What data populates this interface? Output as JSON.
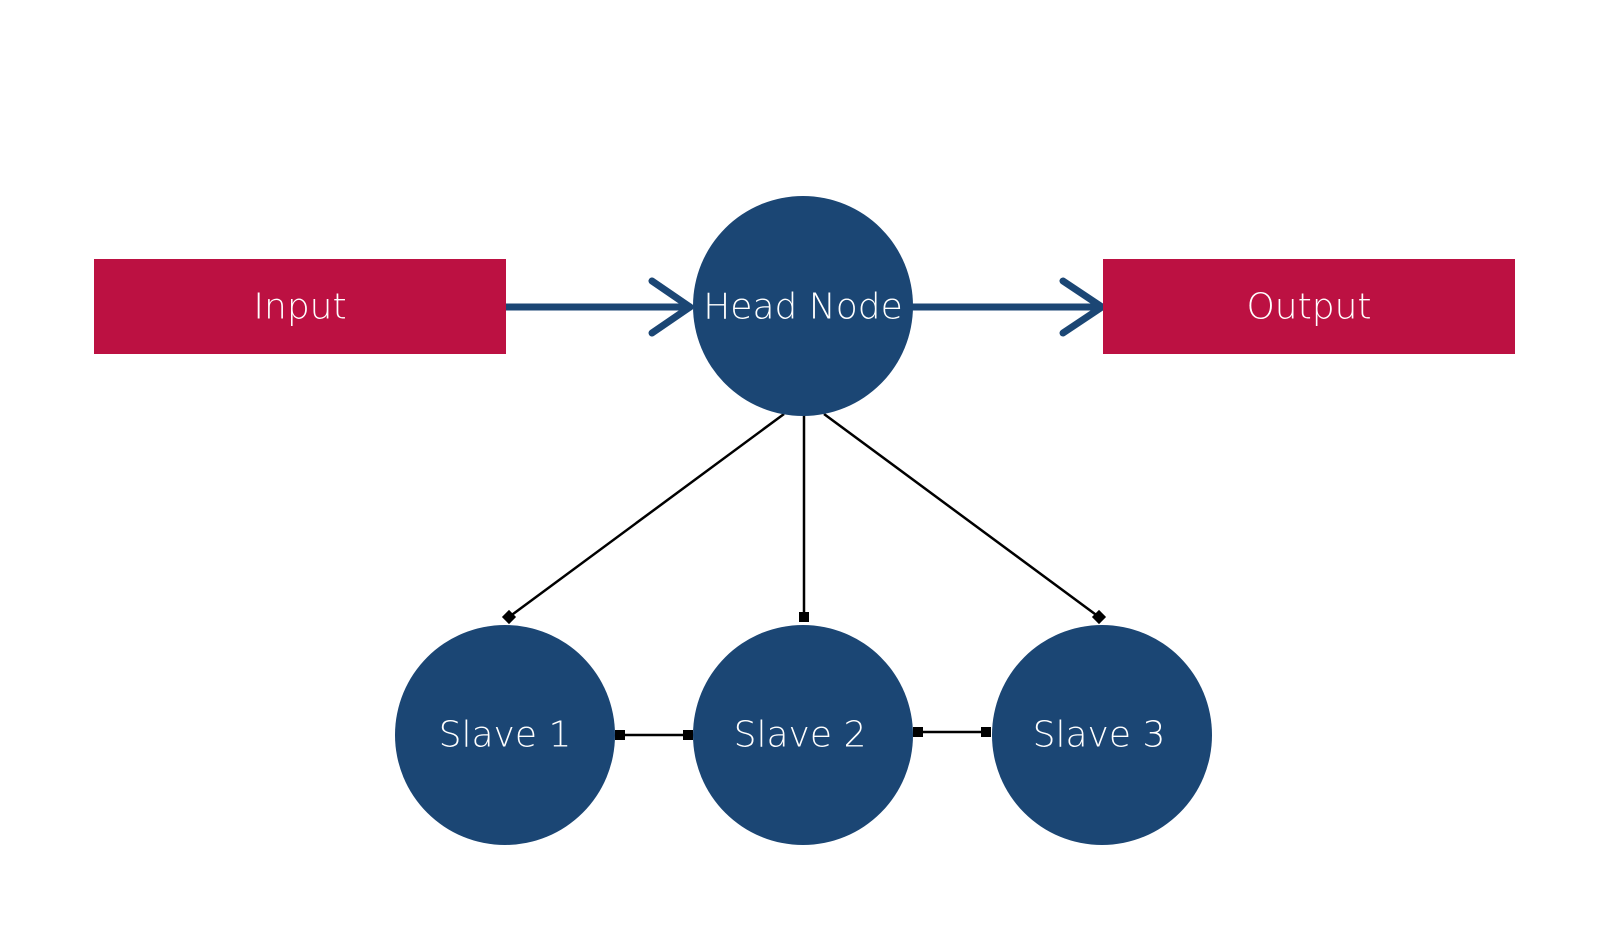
{
  "colors": {
    "background": "#ffffff",
    "box_fill": "#bc1142",
    "node_fill": "#1b4674",
    "arrow": "#1b4674",
    "connector": "#000000",
    "label_text": "#ffffff"
  },
  "nodes": {
    "input": {
      "label": "Input"
    },
    "head": {
      "label": "Head Node"
    },
    "output": {
      "label": "Output"
    },
    "slave1": {
      "label": "Slave 1"
    },
    "slave2": {
      "label": "Slave 2"
    },
    "slave3": {
      "label": "Slave 3"
    }
  },
  "edges": [
    {
      "from": "input",
      "to": "head",
      "style": "arrow"
    },
    {
      "from": "head",
      "to": "output",
      "style": "arrow"
    },
    {
      "from": "head",
      "to": "slave1",
      "style": "connector"
    },
    {
      "from": "head",
      "to": "slave2",
      "style": "connector"
    },
    {
      "from": "head",
      "to": "slave3",
      "style": "connector"
    },
    {
      "from": "slave1",
      "to": "slave2",
      "style": "connector"
    },
    {
      "from": "slave2",
      "to": "slave3",
      "style": "connector"
    }
  ]
}
